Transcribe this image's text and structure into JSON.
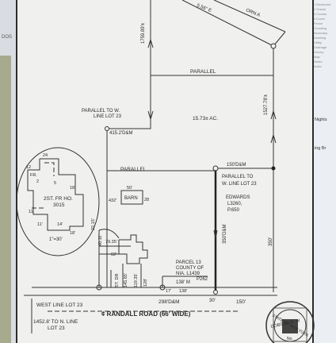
{
  "left_doc": {
    "text": "DOS"
  },
  "right_doc": {
    "text_a": "Nights",
    "text_b": "ing Br"
  },
  "plat": {
    "dim_top_vertical": "1759.89'±",
    "dim_top_diag": "5.56\" E",
    "dim_top_diag_b": "ORN A",
    "parallel_top": "PARALLEL",
    "parallel_mid": "PARALLEL",
    "dim_right_upper": "1527.78'±",
    "parallel_to_w_line_a": "PARALLEL TO W.",
    "parallel_to_w_line_b": "LINE LOT 23",
    "dim_415": "415.2'D&M",
    "acreage": "15.73± AC.",
    "dim_150_top": "150'D&M",
    "parallel_to_w_line_c": "PARALLEL TO",
    "parallel_to_w_line_d": "W. LINE LOT 23",
    "house_label_a": "2ST. FR HO.",
    "house_label_b": "3015",
    "house_dim_24": "24",
    "house_dim_18a": "18'",
    "house_dim_18b": "18'",
    "house_dim_11": "11'",
    "house_dim_14": "14'",
    "house_dim_12": "12",
    "house_dim_fr": "FR.",
    "house_dim_2": "2",
    "house_dim_11b": "11",
    "house_dim_5": "5",
    "scale": "1\"=30'",
    "barn_label": "BARN",
    "barn_dim_50": "50'",
    "barn_dim_28": "28",
    "dim_432": "432'",
    "dim_2215": "22.15'",
    "dim_4011": "40.11'",
    "edwards_a": "EDWARDS",
    "edwards_b": "L3260,",
    "edwards_c": "P.650",
    "dim_350dm": "350'D&M",
    "dim_350": "350'",
    "dim_7935": "79.35'",
    "dim_62": "62'",
    "st_dr": "ST. DR",
    "dim_14565": "145.65'",
    "dim_11935": "119.35'",
    "dim_128": "128'",
    "parcel_a": "PARCEL 13",
    "parcel_b": "COUNTY OF",
    "parcel_c": "NIA. L1439",
    "parcel_d": "138' M",
    "parcel_e": "P262",
    "dim_17": "17'",
    "dim_138": "138'",
    "dim_298": "298'D&M",
    "dim_30": "30'",
    "dim_150_bot": "150'",
    "west_line": "WEST LINE LOT 23",
    "road": "¢ RANDALL ROAD (66' WIDE)",
    "dim_1452_a": "1452.8' TO N. LINE",
    "dim_1452_b": "LOT 23",
    "seal_a": "STATE OF NEW YORK",
    "seal_b": "DOBSON R. W",
    "seal_c": "No."
  }
}
